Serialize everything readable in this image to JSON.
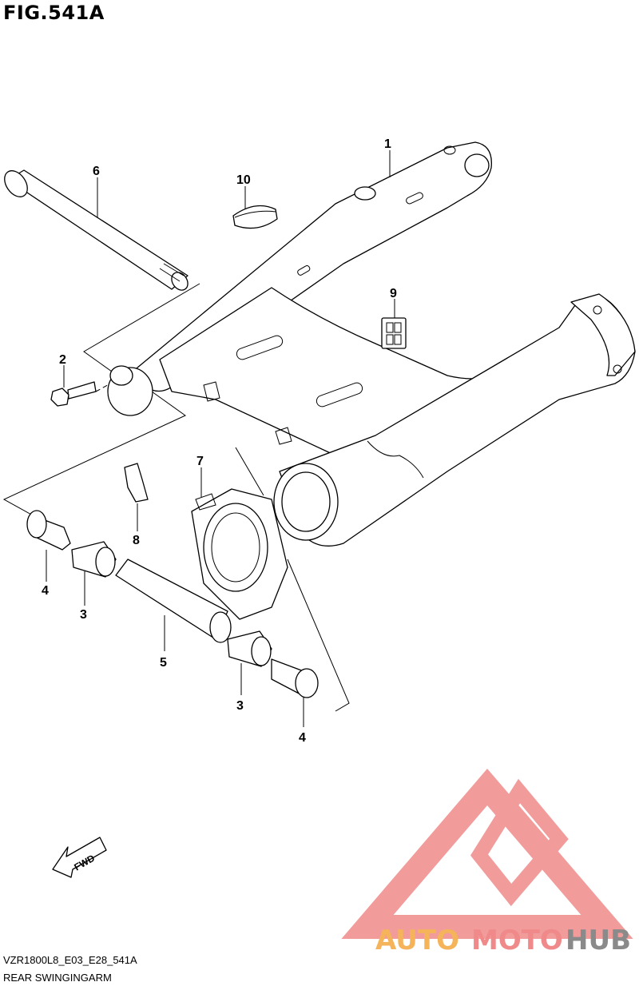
{
  "figure": {
    "title": "FIG.541A"
  },
  "callouts": [
    {
      "id": "1",
      "label": "1"
    },
    {
      "id": "2",
      "label": "2"
    },
    {
      "id": "3a",
      "label": "3"
    },
    {
      "id": "3b",
      "label": "3"
    },
    {
      "id": "4a",
      "label": "4"
    },
    {
      "id": "4b",
      "label": "4"
    },
    {
      "id": "5",
      "label": "5"
    },
    {
      "id": "6",
      "label": "6"
    },
    {
      "id": "7",
      "label": "7"
    },
    {
      "id": "8",
      "label": "8"
    },
    {
      "id": "9",
      "label": "9"
    },
    {
      "id": "10",
      "label": "10"
    }
  ],
  "fwd_arrow": {
    "label": "FWD"
  },
  "watermark": {
    "text_1": "AUTO",
    "text_2": "MOTO",
    "text_3": "HUB",
    "color_red": "#f08a8a",
    "color_orange": "#f5b45a",
    "color_gray": "#8a8a8a"
  },
  "footer": {
    "code": "VZR1800L8_E03_E28_541A",
    "name": "REAR SWINGINGARM"
  }
}
